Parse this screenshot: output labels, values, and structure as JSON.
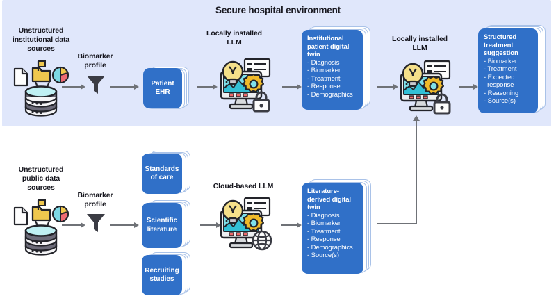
{
  "diagram": {
    "title": "Secure hospital environment",
    "background_color": "#ffffff",
    "panel_color": "#e0e7fb",
    "card_color": "#3070c8",
    "arrow_color": "#6f7277"
  },
  "top_row": {
    "source_caption": "Unstructured\ninstitutional data\nsources",
    "source_caption_lines": [
      "Unstructured",
      "institutional data",
      "sources"
    ],
    "filter_caption_lines": [
      "Biomarker",
      "profile"
    ],
    "filter_icon": "funnel-icon",
    "source_icon": "database-icon",
    "ehr_card": {
      "title": "Patient\nEHR",
      "lines": [
        "Patient",
        "EHR"
      ]
    },
    "llm1_caption_lines": [
      "Locally installed",
      "LLM"
    ],
    "llm1_icon": "local-llm-computer-icon",
    "llm1_lock_icon": "lock-icon",
    "twin_card": {
      "title_lines": [
        "Institutional",
        "patient digital",
        "twin"
      ],
      "bullets": [
        "- Diagnosis",
        "- Biomarker",
        "- Treatment",
        "- Response",
        "- Demographics"
      ]
    },
    "llm2_caption_lines": [
      "Locally installed",
      "LLM"
    ],
    "llm2_icon": "local-llm-computer-icon",
    "llm2_lock_icon": "lock-icon",
    "suggestion_card": {
      "title_lines": [
        "Structured",
        "treatment",
        "suggestion"
      ],
      "bullets": [
        "- Biomarker",
        "- Treatment",
        "- Expected",
        "  response",
        "- Reasoning",
        "- Source(s)"
      ]
    }
  },
  "bottom_row": {
    "source_caption_lines": [
      "Unstructured",
      "public data",
      "sources"
    ],
    "source_icon": "database-icon",
    "filter_caption_lines": [
      "Biomarker",
      "profile"
    ],
    "filter_icon": "funnel-icon",
    "cards": [
      {
        "lines": [
          "Standards",
          "of care"
        ]
      },
      {
        "lines": [
          "Scientific",
          "literature"
        ]
      },
      {
        "lines": [
          "Recruiting",
          "studies"
        ]
      }
    ],
    "llm_caption": "Cloud-based LLM",
    "llm_icon": "cloud-llm-computer-icon",
    "llm_globe_icon": "globe-icon",
    "lit_twin_card": {
      "title_lines": [
        "Literature-",
        "derived digital",
        "twin"
      ],
      "bullets": [
        "- Diagnosis",
        "- Biomarker",
        "- Treatment",
        "- Response",
        "- Demographics",
        "- Source(s)"
      ]
    }
  }
}
